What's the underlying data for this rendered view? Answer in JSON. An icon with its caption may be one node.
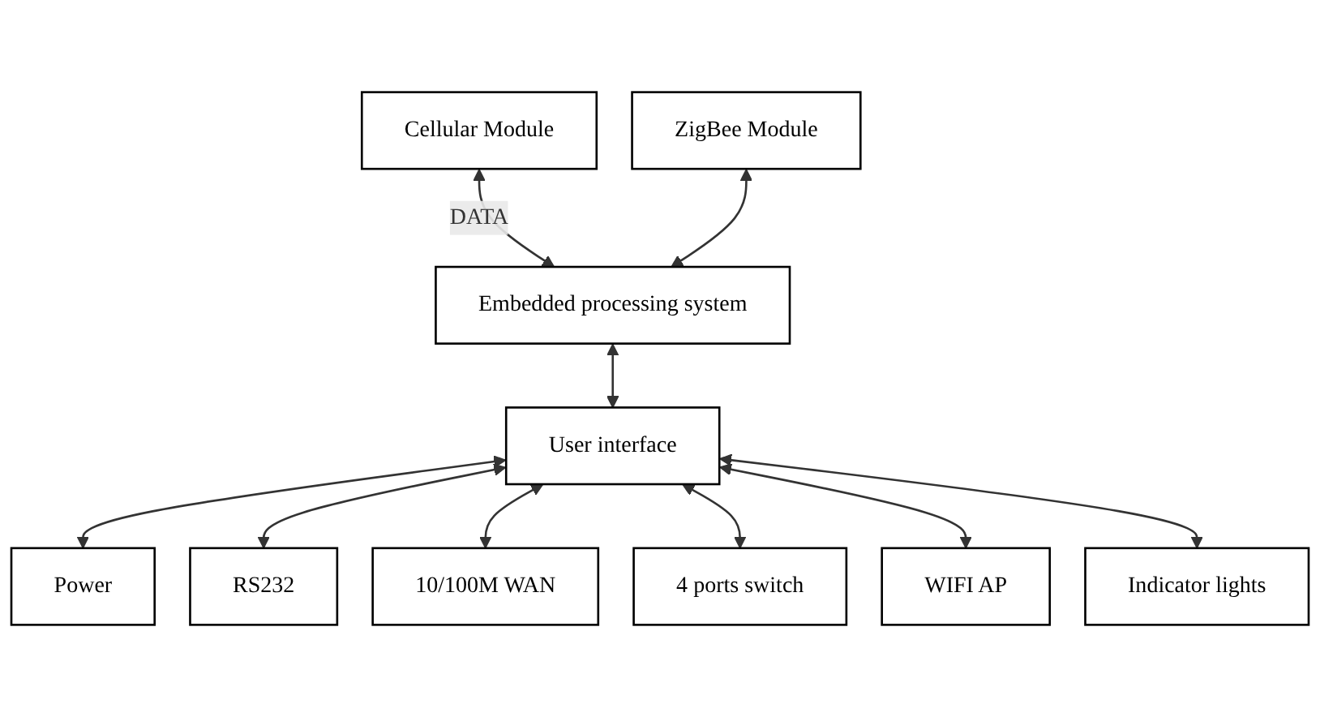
{
  "diagram": {
    "nodes": [
      {
        "text": [
          "Cellular Module"
        ]
      },
      {
        "text": [
          "ZigBee Module"
        ]
      },
      {
        "text": [
          "Embedded processing system"
        ]
      },
      {
        "text": [
          "User interface"
        ]
      },
      {
        "text": [
          "Power"
        ]
      },
      {
        "text": [
          "RS232"
        ]
      },
      {
        "text": [
          "10/100M WAN"
        ]
      },
      {
        "text": [
          "4 ports switch"
        ]
      },
      {
        "text": [
          "WIFI AP"
        ]
      },
      {
        "text": [
          "Indicator lights"
        ]
      }
    ],
    "edges": [
      {
        "from": 0,
        "to": 2,
        "arrow": "both",
        "label": "DATA"
      },
      {
        "from": 1,
        "to": 2,
        "arrow": "both"
      },
      {
        "from": 2,
        "to": 3,
        "arrow": "both"
      },
      {
        "from": 3,
        "to": 4,
        "arrow": "both"
      },
      {
        "from": 3,
        "to": 5,
        "arrow": "both"
      },
      {
        "from": 3,
        "to": 6,
        "arrow": "both"
      },
      {
        "from": 3,
        "to": 7,
        "arrow": "both"
      },
      {
        "from": 3,
        "to": 8,
        "arrow": "both"
      },
      {
        "from": 3,
        "to": 9,
        "arrow": "both"
      }
    ]
  }
}
